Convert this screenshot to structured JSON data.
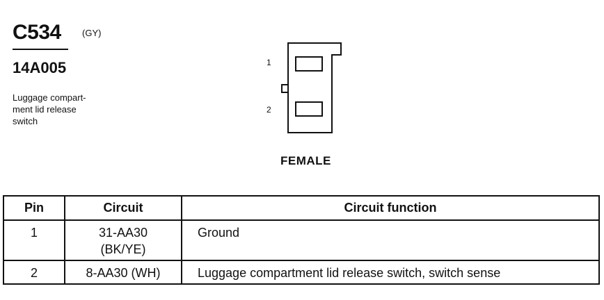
{
  "header": {
    "connector_id": "C534",
    "connector_color": "(GY)",
    "part_number": "14A005",
    "description_lines": [
      "Luggage compart-",
      "ment lid release",
      "switch"
    ]
  },
  "diagram": {
    "pin_labels": [
      "1",
      "2"
    ],
    "view_label": "FEMALE"
  },
  "table": {
    "headers": {
      "pin": "Pin",
      "circuit": "Circuit",
      "function": "Circuit function"
    },
    "rows": [
      {
        "pin": "1",
        "circuit_lines": [
          "31-AA30",
          "(BK/YE)"
        ],
        "function": "Ground"
      },
      {
        "pin": "2",
        "circuit_lines": [
          "8-AA30 (WH)"
        ],
        "function": "Luggage compartment lid release switch, switch sense"
      }
    ]
  }
}
